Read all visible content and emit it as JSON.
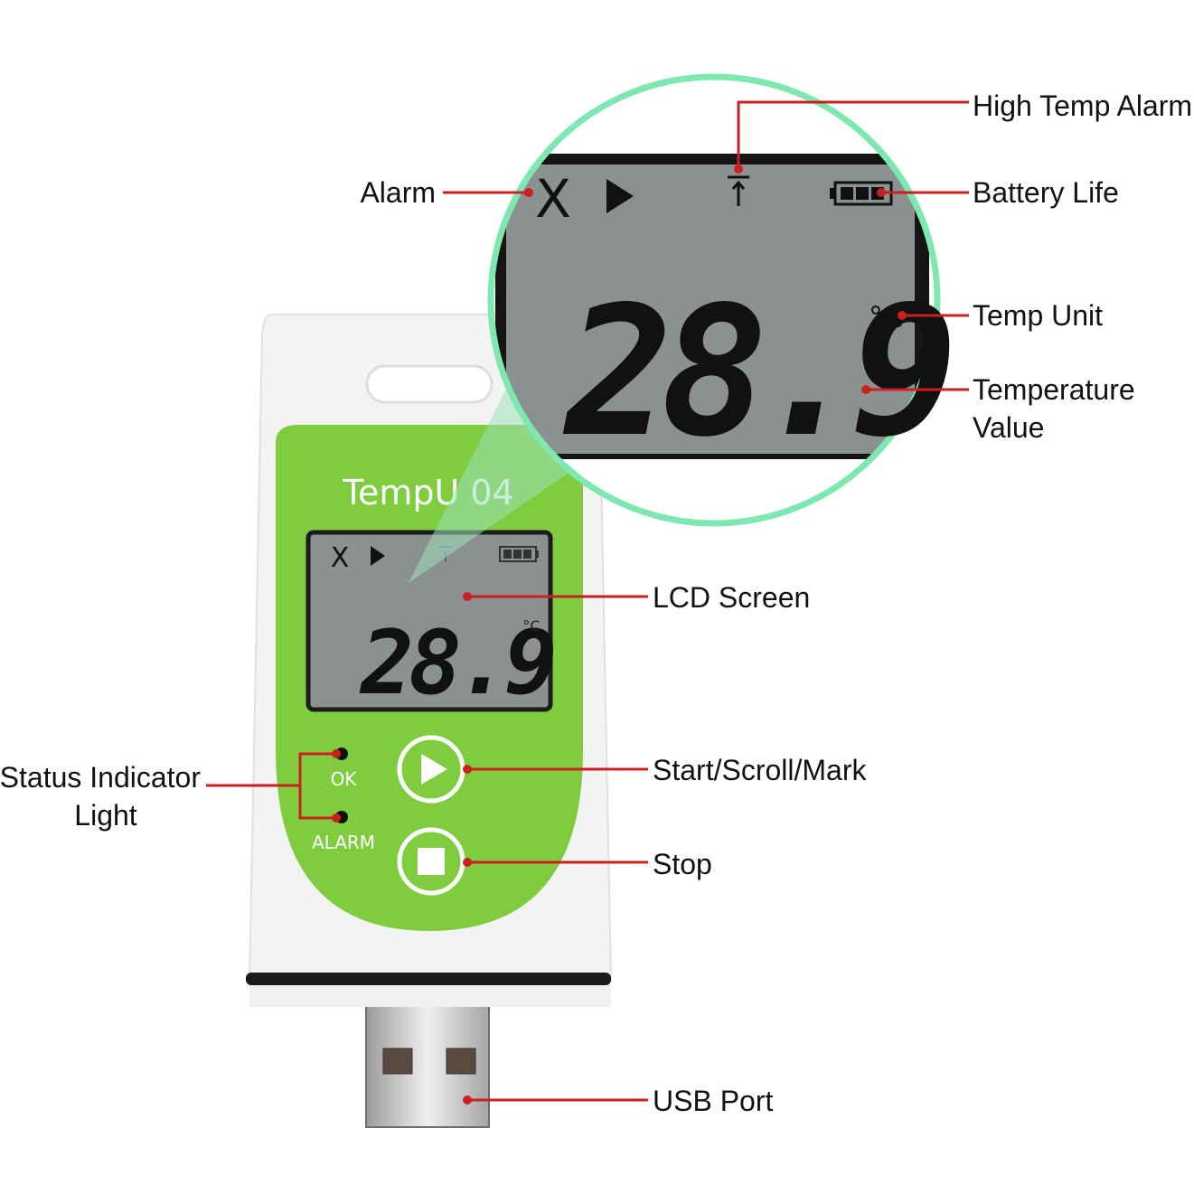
{
  "device": {
    "brand": "TempU 04",
    "ok_label": "OK",
    "alarm_label": "ALARM"
  },
  "lcd": {
    "reading": "28.9",
    "unit": "°C",
    "alarm_symbol": "X",
    "play_symbol": "▶",
    "high_alarm_symbol": "⤒"
  },
  "callouts": {
    "high_temp_alarm": "High Temp Alarm",
    "alarm": "Alarm",
    "battery_life": "Battery Life",
    "temp_unit": "Temp Unit",
    "temperature_value_line1": "Temperature",
    "temperature_value_line2": "Value",
    "lcd_screen": "LCD Screen",
    "status_indicator_line1": "Status Indicator",
    "status_indicator_line2": "Light",
    "start_scroll_mark": "Start/Scroll/Mark",
    "stop": "Stop",
    "usb_port": "USB Port"
  },
  "colors": {
    "device_green": "#7fcd3e",
    "device_white": "#f2f2f2",
    "lcd_gray": "#8a9190",
    "callout_red": "#cc1f1f",
    "magnifier_ring": "#7ee8b0"
  }
}
